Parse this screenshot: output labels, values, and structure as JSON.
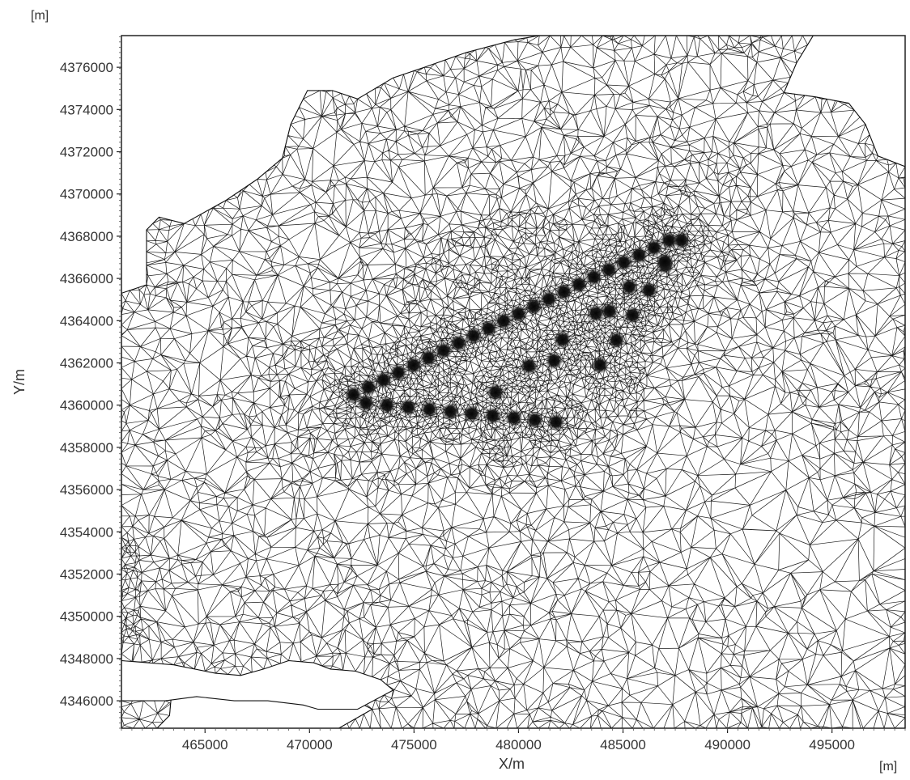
{
  "figure": {
    "y_unit_label": "[m]",
    "x_unit_label": "[m]",
    "xlabel": "X/m",
    "ylabel": "Y/m",
    "x_ticks": [
      "465000",
      "470000",
      "475000",
      "480000",
      "485000",
      "490000",
      "495000"
    ],
    "y_ticks": [
      "4376000",
      "4374000",
      "4372000",
      "4370000",
      "4368000",
      "4366000",
      "4364000",
      "4362000",
      "4360000",
      "4358000",
      "4356000",
      "4354000",
      "4352000",
      "4350000",
      "4348000",
      "4346000"
    ]
  },
  "chart_data": {
    "type": "mesh",
    "xlabel": "X/m",
    "ylabel": "Y/m",
    "x_unit": "[m]",
    "y_unit": "[m]",
    "xlim": [
      461000,
      498500
    ],
    "ylim": [
      4344700,
      4377500
    ],
    "x_ticks": [
      465000,
      470000,
      475000,
      480000,
      485000,
      490000,
      495000
    ],
    "y_ticks": [
      4346000,
      4348000,
      4350000,
      4352000,
      4354000,
      4356000,
      4358000,
      4360000,
      4362000,
      4364000,
      4366000,
      4368000,
      4370000,
      4372000,
      4374000,
      4376000
    ],
    "grid": false,
    "mesh_color": "#1a1a1a",
    "background_color": "#ffffff",
    "domain_boundary": [
      [
        461000,
        4365300
      ],
      [
        462200,
        4365700
      ],
      [
        462200,
        4368300
      ],
      [
        462800,
        4368900
      ],
      [
        464000,
        4368600
      ],
      [
        466000,
        4369700
      ],
      [
        467500,
        4370700
      ],
      [
        468700,
        4371700
      ],
      [
        469100,
        4373300
      ],
      [
        469900,
        4374900
      ],
      [
        471100,
        4374900
      ],
      [
        472300,
        4374500
      ],
      [
        474000,
        4375500
      ],
      [
        475500,
        4376000
      ],
      [
        477500,
        4376700
      ],
      [
        479800,
        4377300
      ],
      [
        481000,
        4377500
      ],
      [
        494100,
        4377500
      ],
      [
        493300,
        4376200
      ],
      [
        492700,
        4374800
      ],
      [
        494200,
        4374600
      ],
      [
        495800,
        4374300
      ],
      [
        496600,
        4373300
      ],
      [
        497200,
        4371800
      ],
      [
        498500,
        4371300
      ],
      [
        498500,
        4344700
      ],
      [
        471400,
        4344700
      ],
      [
        473000,
        4345600
      ],
      [
        471600,
        4346300
      ],
      [
        470000,
        4346200
      ],
      [
        468500,
        4346300
      ],
      [
        467400,
        4346700
      ],
      [
        465600,
        4346700
      ],
      [
        464600,
        4346400
      ],
      [
        463400,
        4346400
      ],
      [
        463300,
        4345300
      ],
      [
        462700,
        4344700
      ],
      [
        461000,
        4344700
      ]
    ],
    "hole_boundary": [
      [
        461000,
        4347900
      ],
      [
        463500,
        4347700
      ],
      [
        465500,
        4347300
      ],
      [
        466700,
        4347200
      ],
      [
        467800,
        4347500
      ],
      [
        469000,
        4347900
      ],
      [
        470200,
        4347800
      ],
      [
        471000,
        4347500
      ],
      [
        472200,
        4347400
      ],
      [
        473400,
        4347000
      ],
      [
        474000,
        4346500
      ],
      [
        472300,
        4345600
      ],
      [
        470400,
        4345600
      ],
      [
        469700,
        4345800
      ],
      [
        468000,
        4346000
      ],
      [
        466400,
        4346000
      ],
      [
        464600,
        4346200
      ],
      [
        463100,
        4346000
      ],
      [
        461000,
        4346000
      ]
    ],
    "turbine_rows": [
      {
        "from": [
          472100,
          4360500
        ],
        "to": [
          487200,
          4367800
        ],
        "count": 22
      },
      {
        "from": [
          472700,
          4360100
        ],
        "to": [
          481800,
          4359200
        ],
        "count": 10
      },
      {
        "from": [
          478900,
          4360600
        ],
        "to": [
          485300,
          4365600
        ],
        "count": 5
      },
      {
        "from": [
          483900,
          4361900
        ],
        "to": [
          487800,
          4367800
        ],
        "count": 6
      },
      {
        "from": [
          481700,
          4362100
        ],
        "to": [
          487000,
          4366800
        ],
        "count": 3
      }
    ]
  }
}
